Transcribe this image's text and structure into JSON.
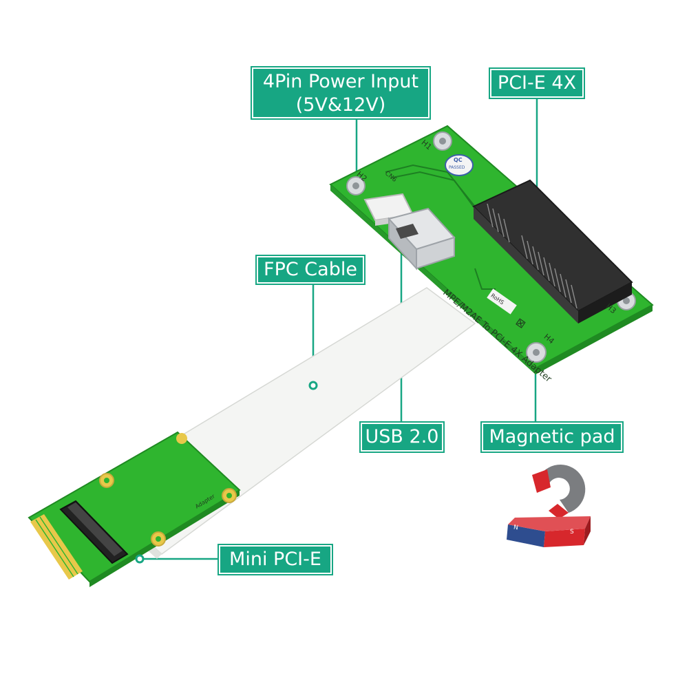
{
  "callouts": {
    "power_line1": "4Pin Power Input",
    "power_line2": "(5V&12V)",
    "pcie4x": "PCI-E 4X",
    "fpc_cable": "FPC Cable",
    "usb": "USB 2.0",
    "magnetic_pad": "Magnetic pad",
    "mini_pcie": "Mini PCI-E"
  },
  "board_print": {
    "title": "MPE/M2AE  To  PCI-E  4X  Adapter",
    "h1": "H1",
    "h2": "H2",
    "h3": "H3",
    "h4": "H4",
    "cn6": "CN6",
    "qc_line1": "QC",
    "qc_line2": "PASSED",
    "rohs": "RoHS",
    "small_adapter": "Adapter"
  },
  "magnet_poles": {
    "north": "N",
    "south": "S"
  },
  "colors": {
    "callout": "#17a683",
    "pcb": "#2fb52f",
    "pcb_edge": "#1f8a22",
    "gold": "#e8c84a",
    "cable": "#f4f5f3",
    "slot": "#2b2b2b",
    "magnet_red": "#d7272c",
    "magnet_blue": "#2e4d8f",
    "magnet_grey": "#7b7d80"
  }
}
